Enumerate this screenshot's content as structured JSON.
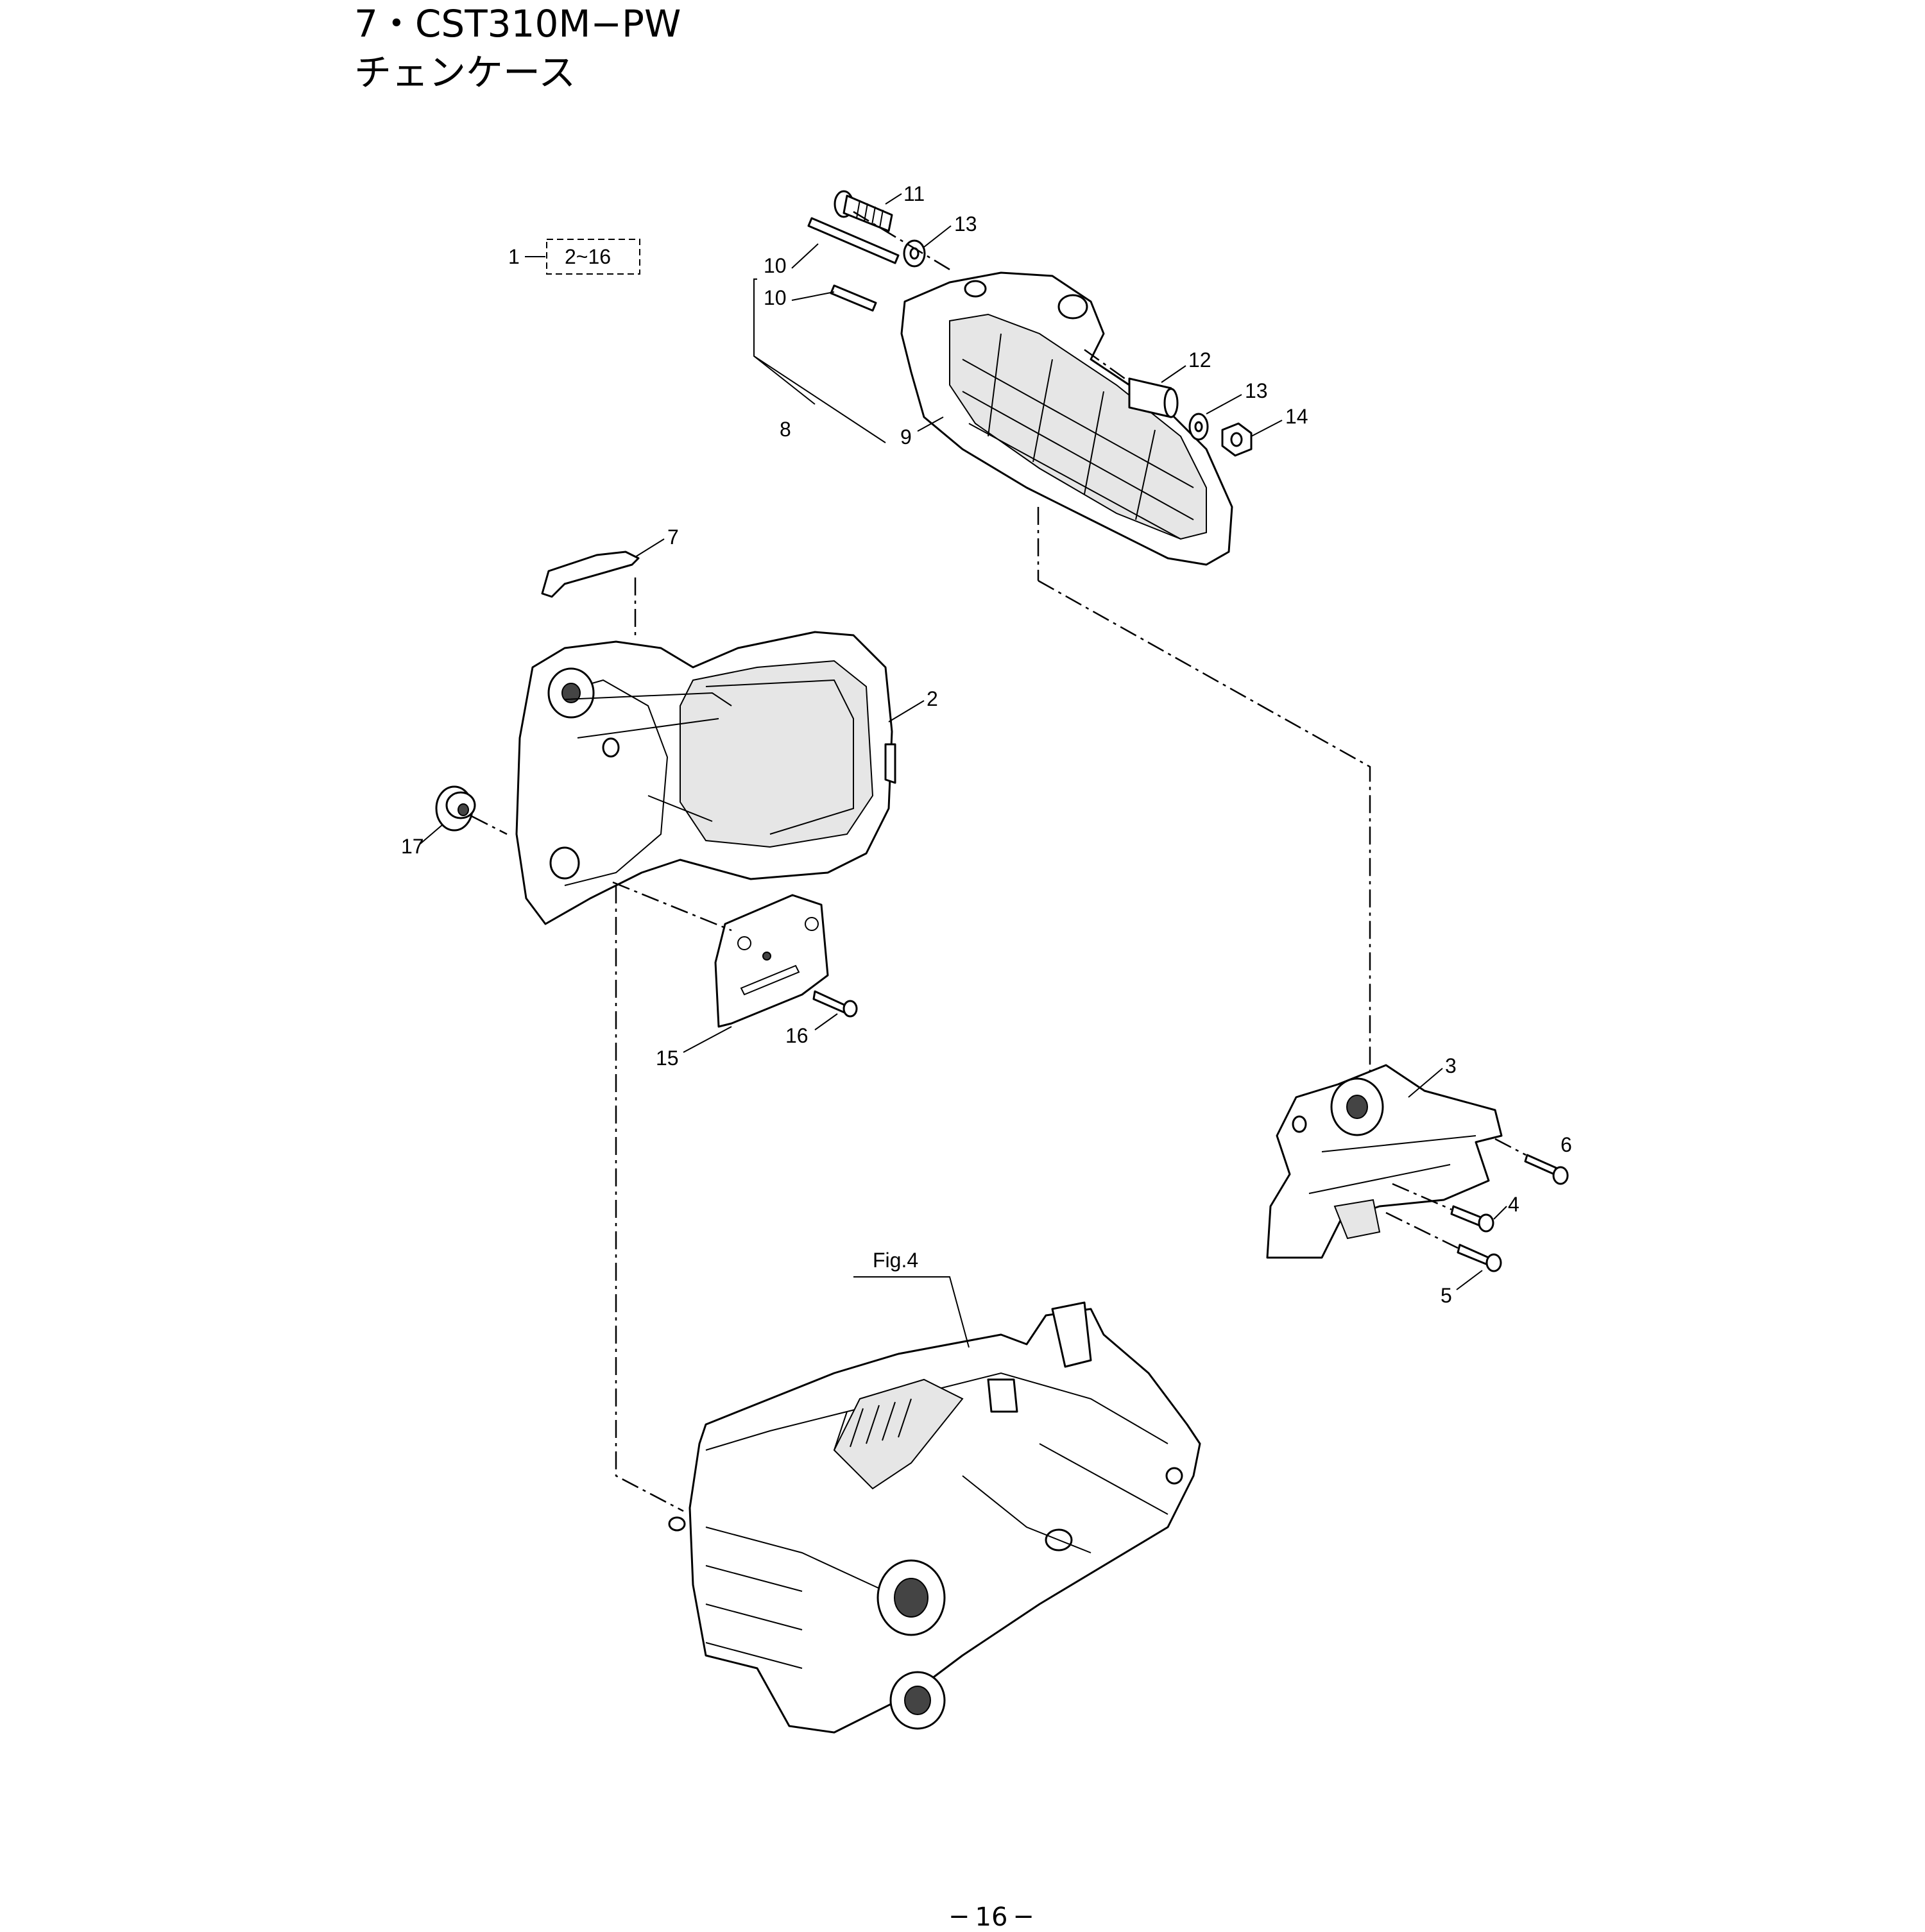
{
  "header": {
    "title": "7・CST310M−PW",
    "subtitle": "チェンケース"
  },
  "footer": {
    "page": "─ 16 ─"
  },
  "set_label": {
    "number": "1",
    "range": "2~16"
  },
  "callouts": {
    "c2": "2",
    "c3": "3",
    "c4": "4",
    "c5": "5",
    "c6": "6",
    "c7": "7",
    "c8": "8",
    "c9": "9",
    "c10a": "10",
    "c10b": "10",
    "c11": "11",
    "c12": "12",
    "c13a": "13",
    "c13b": "13",
    "c14": "14",
    "c15": "15",
    "c16": "16",
    "c17": "17"
  },
  "reference": {
    "fig": "Fig.4"
  }
}
